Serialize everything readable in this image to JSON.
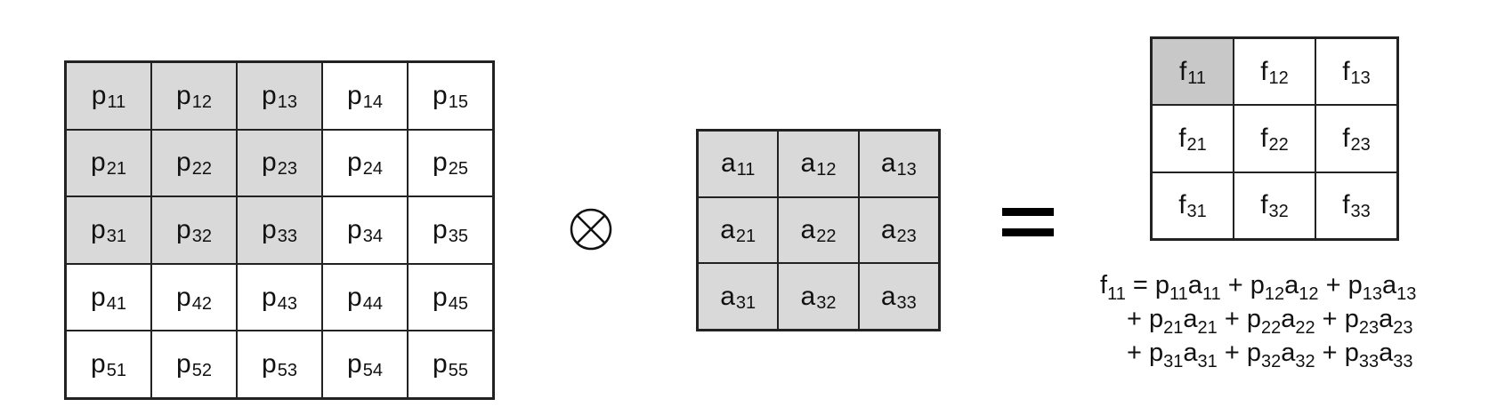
{
  "diagram": {
    "input_matrix": {
      "symbol": "p",
      "rows": 5,
      "cols": 5,
      "shaded_rows": 3,
      "shaded_cols": 3,
      "cells": [
        [
          "11",
          "12",
          "13",
          "14",
          "15"
        ],
        [
          "21",
          "22",
          "23",
          "24",
          "25"
        ],
        [
          "31",
          "32",
          "33",
          "34",
          "35"
        ],
        [
          "41",
          "42",
          "43",
          "44",
          "45"
        ],
        [
          "51",
          "52",
          "53",
          "54",
          "55"
        ]
      ]
    },
    "convolution_operator": "⊗",
    "kernel_matrix": {
      "symbol": "a",
      "rows": 3,
      "cols": 3,
      "all_shaded": true,
      "cells": [
        [
          "11",
          "12",
          "13"
        ],
        [
          "21",
          "22",
          "23"
        ],
        [
          "31",
          "32",
          "33"
        ]
      ]
    },
    "equals_operator": "=",
    "output_matrix": {
      "symbol": "f",
      "rows": 3,
      "cols": 3,
      "shaded_cell": "11",
      "cells": [
        [
          "11",
          "12",
          "13"
        ],
        [
          "21",
          "22",
          "23"
        ],
        [
          "31",
          "32",
          "33"
        ]
      ]
    },
    "formula": {
      "lhs": [
        "f",
        "11"
      ],
      "lines": [
        [
          [
            "p",
            "11"
          ],
          [
            "a",
            "11"
          ],
          [
            "p",
            "12"
          ],
          [
            "a",
            "12"
          ],
          [
            "p",
            "13"
          ],
          [
            "a",
            "13"
          ]
        ],
        [
          [
            "p",
            "21"
          ],
          [
            "a",
            "21"
          ],
          [
            "p",
            "22"
          ],
          [
            "a",
            "22"
          ],
          [
            "p",
            "23"
          ],
          [
            "a",
            "23"
          ]
        ],
        [
          [
            "p",
            "31"
          ],
          [
            "a",
            "31"
          ],
          [
            "p",
            "32"
          ],
          [
            "a",
            "32"
          ],
          [
            "p",
            "33"
          ],
          [
            "a",
            "33"
          ]
        ]
      ]
    },
    "colors": {
      "shade": "#d9d9d9",
      "border": "#222222",
      "background": "#ffffff"
    }
  }
}
